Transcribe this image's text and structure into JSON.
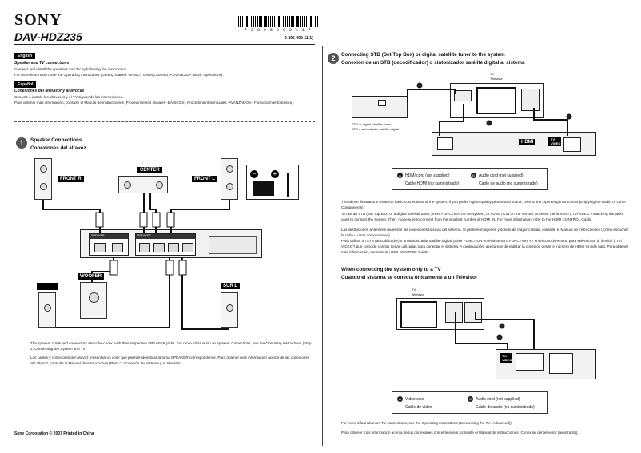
{
  "header": {
    "brand": "SONY",
    "model": "DAV-HDZ235",
    "barcode_number": "* 2 8 9 5 9 9 2 1 1 *",
    "part_number": "2-895-992-11(1)"
  },
  "intro": {
    "english_tag": "English",
    "english_title": "Speaker and TV connections",
    "english_line1": "Connect and install the speakers and TV by following the instructions.",
    "english_line2": "For more information, see the Operating Instructions (Getting Started -BASIC-, Getting Started -ADVANCED-, Basic Operations).",
    "spanish_tag": "Español",
    "spanish_title": "Conexiones del televisor y altavoces",
    "spanish_line1": "Conecte e instale los altavoces y el TV siguiendo las instrucciones.",
    "spanish_line2": "Para obtener más información, consulte el Manual de instrucciones (Procedimientos iniciales -BÁSICOS-, Procedimientos iniciales -AVANZADOS-, Funcionamiento básico)."
  },
  "step1": {
    "number": "1",
    "title_en": "Speaker Connections",
    "title_es": "Conexiones del altavoz",
    "labels": {
      "front_r": "FRONT R",
      "center": "CENTER",
      "front_l": "FRONT L",
      "woofer": "WOOFER",
      "sur_r": "",
      "sur_l": "SUR L"
    },
    "unit_panel_left": "SPEAKER",
    "unit_panel_right": "SPEAKER",
    "note_en": "The speaker cords and connectors are color-coded with their respective SPEAKER jacks. For more information on speaker connections, see the Operating Instructions (Step 2: Connecting the System and TV).",
    "note_es": "Los cables y conectores del altavoz presentan un color que permite identificar la toma SPEAKER correspondiente. Para obtener más información acerca de las conexiones del altavoz, consulte el Manual de instrucciones (Paso 2: Conexión del sistema y el televisor)."
  },
  "step2": {
    "number": "2",
    "title_en": "Connecting STB (Set Top Box) or digital satellite tuner to the system",
    "title_es": "Conexión de un STB (decodificador) o sintonizador satélite digital al sistema",
    "tv_label": "TV",
    "tv_label_es": "Televisor",
    "stb_label": "STB or digital satellite tuner",
    "stb_label_es": "STB o sintonizador satélite digital",
    "cable_a": "A",
    "cable_b": "B",
    "hdmi_label": "HDMI",
    "tv_video_label": "TV/ VIDEO",
    "legend": {
      "a_en": "HDMI cord (not supplied)",
      "a_es": "Cable HDMI (no suministrado)",
      "b_en": "Audio cord (not supplied)",
      "b_es": "Cable de audio (no suministrado)"
    },
    "para1": "The above illustrations show the basic connections of the system. If you prefer higher quality picture and sound, refer to the Operating Instructions (Enjoying the Radio or Other Components).",
    "para2": "To use an STB (Set Top Box) or a digital satellite tuner, press FUNCTION on the system, or FUNCTION on the remote, to select the function (\"TV/VIDEO\") matching the jacks used to connect the system. Then, make sure to connect from the smallest number of HDMI IN. For more information, refer to the HDMI CONTROL Guide.",
    "para3": "Las ilustraciones anteriores muestran las conexiones básicas del sistema. Si prefiere imágenes y sonido de mayor calidad, consulte el Manual de instrucciones (Cómo escuchar la radio u otros componentes).",
    "para4": "Para utilizar un STB (decodificador) o un sintonizador satélite digital, pulse FUNCTION en el sistema o FUNCTION +/- en el control remoto, para seleccionar la función (\"TV/ VIDEO\") que coincide con las tomas utilizadas para conectar el sistema. A continuación, asegúrese de realizar la conexión desde el número de HDMI IN más bajo. Para obtener más información, consulte la HDMI CONTROL Guide."
  },
  "step3": {
    "title_en": "When connecting the system only to a TV",
    "title_es": "Cuando el sistema se conecta únicamente a un Televisor",
    "tv_label": "TV",
    "tv_label_es": "Televisor",
    "tv_video_label": "TV/ VIDEO",
    "legend": {
      "a_en": "Video cord",
      "a_es": "Cable de vídeo",
      "b_en": "Audio cord (not supplied)",
      "b_es": "Cable de audio (no suministrado)"
    },
    "para1": "For more information on TV connections, see the Operating Instructions (Connecting the TV (Advanced)).",
    "para2": "Para obtener más información acerca de las conexiones con el televisor, consulte el Manual de instrucciones (Conexión del televisor (avanzado))."
  },
  "footer": {
    "text": "Sony Corporation © 2007  Printed in China"
  }
}
